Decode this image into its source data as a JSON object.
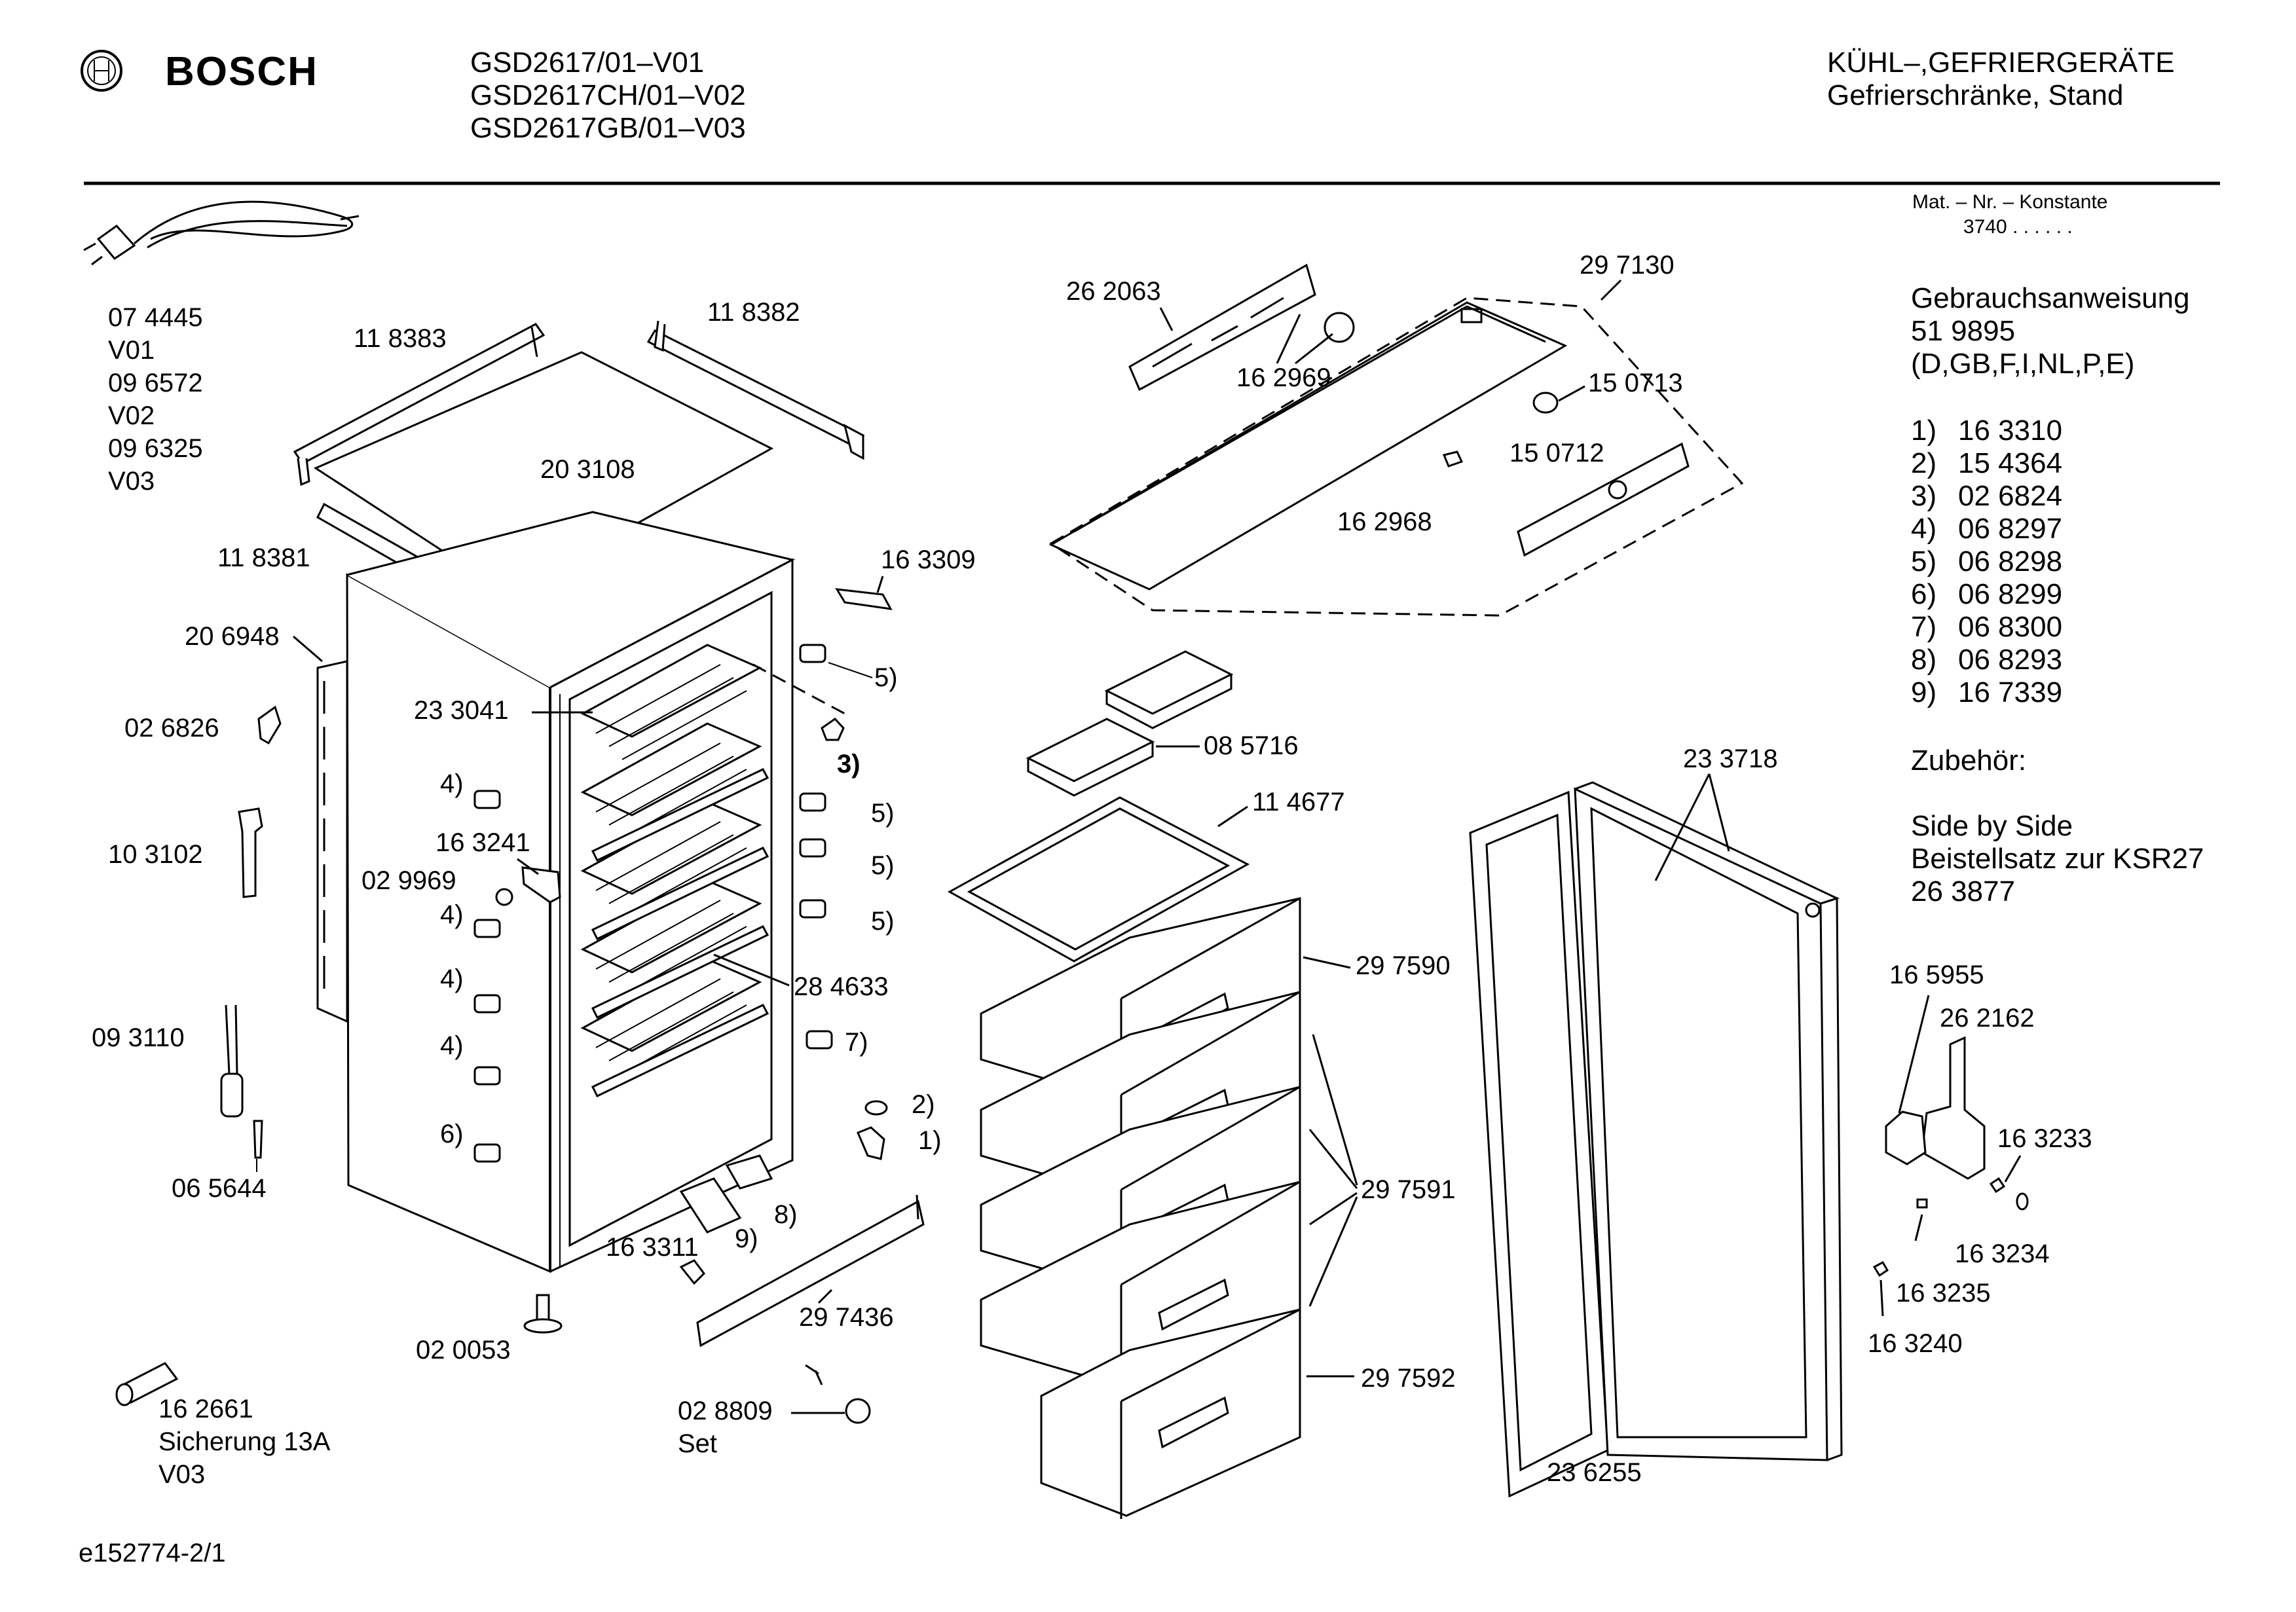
{
  "header": {
    "brand": "BOSCH",
    "models": [
      "GSD2617/01–V01",
      "GSD2617CH/01–V02",
      "GSD2617GB/01–V03"
    ],
    "category": "KÜHL–,GEFRIERGERÄTE",
    "subcategory": "Gefrierschränke, Stand"
  },
  "info": {
    "mat_label": "Mat. – Nr. – Konstante",
    "mat_value": "3740 .  .  .  .  .  .",
    "manual_label": "Gebrauchsanweisung",
    "manual_number": "51 9895",
    "manual_languages": "(D,GB,F,I,NL,P,E)",
    "footnotes": [
      {
        "key": "1)",
        "value": "16 3310"
      },
      {
        "key": "2)",
        "value": "15 4364"
      },
      {
        "key": "3)",
        "value": "02 6824"
      },
      {
        "key": "4)",
        "value": "06 8297"
      },
      {
        "key": "5)",
        "value": "06 8298"
      },
      {
        "key": "6)",
        "value": "06 8299"
      },
      {
        "key": "7)",
        "value": "06 8300"
      },
      {
        "key": "8)",
        "value": "06 8293"
      },
      {
        "key": "9)",
        "value": "16 7339"
      }
    ],
    "accessories_label": "Zubehör:",
    "accessory_lines": [
      "Side by Side",
      "Beistellsatz zur KSR27",
      "26 3877"
    ]
  },
  "footer": {
    "code": "e152774-2/1"
  },
  "labels": {
    "cord": [
      "07 4445",
      "V01",
      "09 6572",
      "V02",
      "09 6325",
      "V03"
    ],
    "p118383": "11 8383",
    "p118382": "11 8382",
    "p203108": "20 3108",
    "p118381": "11 8381",
    "p206948": "20 6948",
    "p026826": "02 6826",
    "p103102": "10 3102",
    "p093110": "09 3110",
    "p065644": "06 5644",
    "p233041": "23 3041",
    "p163241": "16 3241",
    "p029969": "02 9969",
    "p284633": "28 4633",
    "p163309": "16 3309",
    "p163311": "16 3311",
    "p020053": "02 0053",
    "p297436": "29 7436",
    "p028809": "02 8809",
    "set": "Set",
    "p162661": "16 2661",
    "fuse": "Sicherung 13A",
    "v03": "V03",
    "p262063": "26 2063",
    "p162969": "16 2969",
    "p297130": "29 7130",
    "p150713": "15 0713",
    "p150712": "15 0712",
    "p162968": "16 2968",
    "p085716": "08 5716",
    "p114677": "11 4677",
    "p297590": "29 7590",
    "p297591": "29 7591",
    "p297592": "29 7592",
    "p233718": "23 3718",
    "p236255": "23 6255",
    "p165955": "16 5955",
    "p262162": "26 2162",
    "p163233": "16 3233",
    "p163234": "16 3234",
    "p163235": "16 3235",
    "p163240": "16 3240",
    "refs": {
      "r1": "1)",
      "r2": "2)",
      "r3": "3)",
      "r4": "4)",
      "r5": "5)",
      "r6": "6)",
      "r7": "7)",
      "r8": "8)",
      "r9": "9)"
    }
  }
}
